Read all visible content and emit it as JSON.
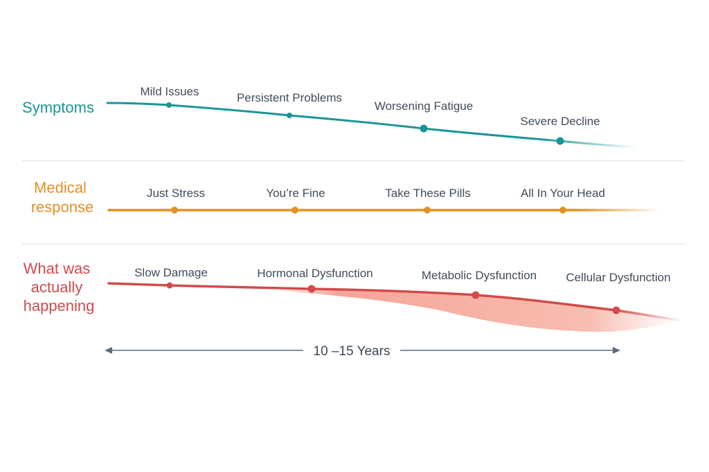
{
  "rows": [
    {
      "id": "symptoms",
      "label_lines": [
        "Symptoms"
      ],
      "color": "#1a9596",
      "stages": [
        "Mild Issues",
        "Persistent Problems",
        "Worsening Fatigue",
        "Severe Decline"
      ]
    },
    {
      "id": "medical",
      "label_lines": [
        "Medical",
        "response"
      ],
      "color": "#e58f24",
      "stages": [
        "Just Stress",
        "You’re Fine",
        "Take These Pills",
        "All In Your Head"
      ]
    },
    {
      "id": "actual",
      "label_lines": [
        "What was",
        "actually",
        "happening"
      ],
      "color": "#d24a4a",
      "stages": [
        "Slow Damage",
        "Hormonal Dysfunction",
        "Metabolic Dysfunction",
        "Cellular Dysfunction"
      ]
    }
  ],
  "timespan": {
    "label": "10 –15 Years",
    "color": "#5b6b7b"
  },
  "divider_color": "#dcdfe3"
}
